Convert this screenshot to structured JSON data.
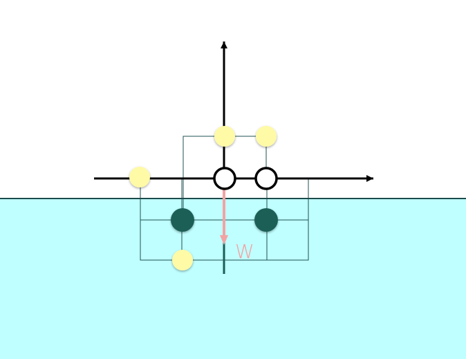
{
  "diagram": {
    "vector_label": "W",
    "colors": {
      "water": "#bfffff",
      "waterline": "#1c4a4a",
      "axis": "#000000",
      "grid": "#1f4f4f",
      "yellow_node": "#fffaa6",
      "dark_node": "#1a5e57",
      "open_node_fill": "#ffffff",
      "open_node_stroke": "#000000",
      "vector": "#f3a3a3",
      "vector_label": "#f5a0a0",
      "teal_line": "#1a5e57"
    },
    "nodes": {
      "yellow": [
        "yellow-node-1",
        "yellow-node-2",
        "yellow-node-3",
        "yellow-node-4"
      ],
      "dark": [
        "dark-node-1",
        "dark-node-2"
      ],
      "open": [
        "open-node-1",
        "open-node-2"
      ]
    }
  }
}
